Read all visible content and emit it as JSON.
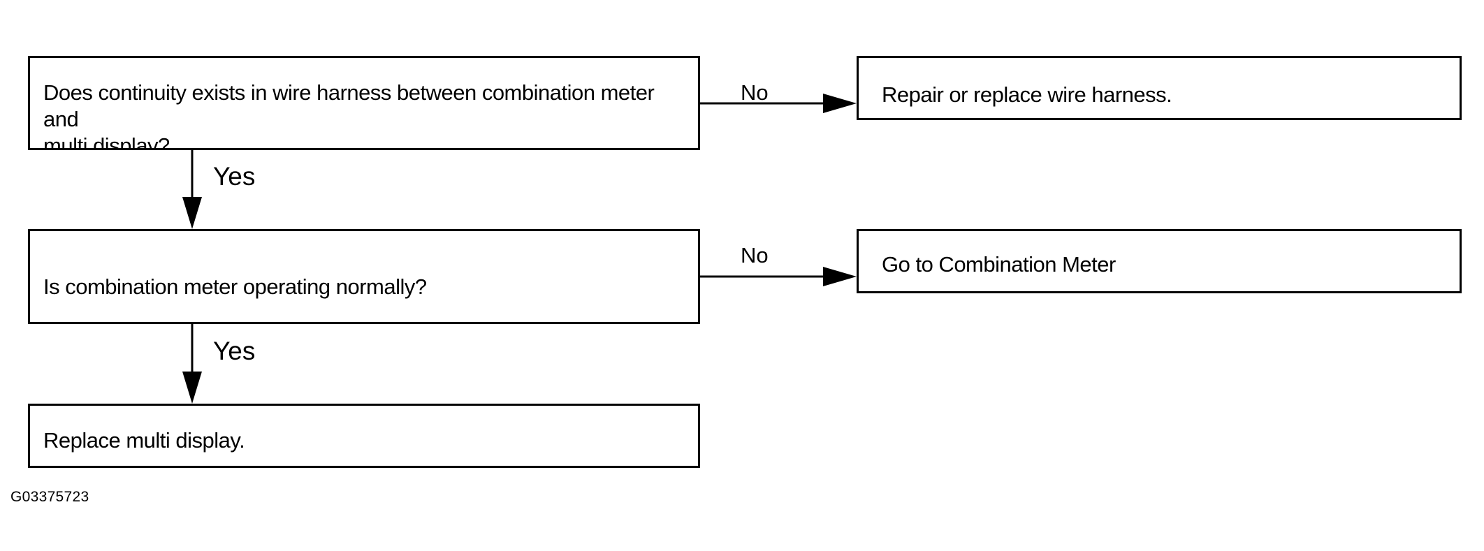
{
  "boxes": {
    "q1": {
      "line1": "Does continuity exists in wire harness between combination meter",
      "line2": "and",
      "line3": "multi display?"
    },
    "a1": {
      "text": "Repair or replace wire harness."
    },
    "q2": {
      "text": "Is combination meter operating normally?"
    },
    "a2": {
      "text": "Go to Combination Meter"
    },
    "end": {
      "text": "Replace multi display."
    }
  },
  "edges": {
    "q1_no": "No",
    "q1_yes": "Yes",
    "q2_no": "No",
    "q2_yes": "Yes"
  },
  "figure_id": "G03375723"
}
